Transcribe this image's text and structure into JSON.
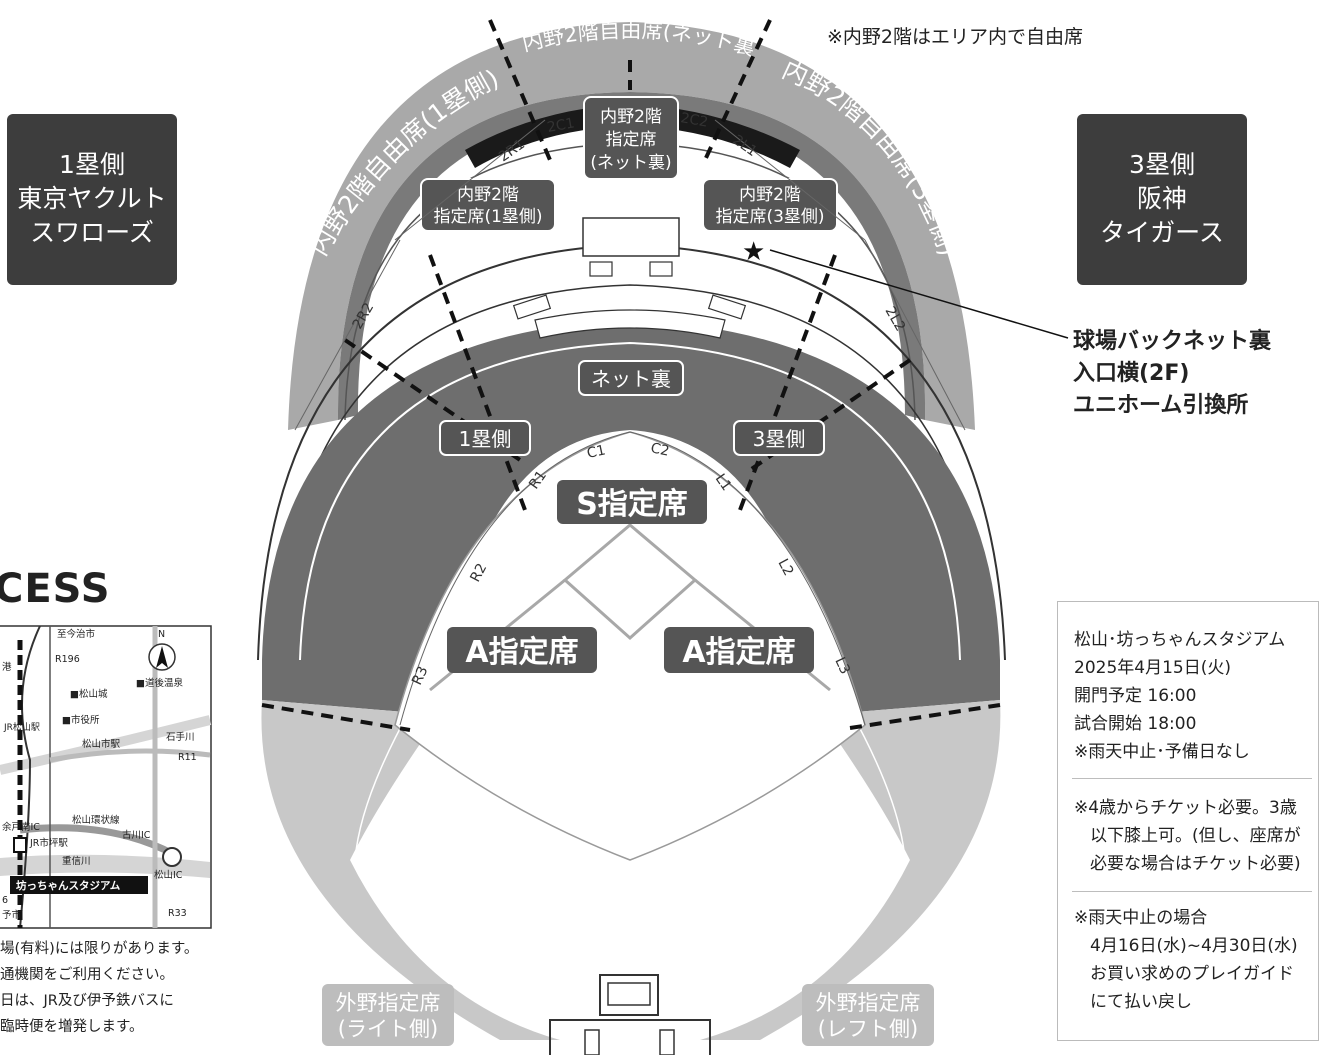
{
  "teams": {
    "first_base": {
      "side": "1塁側",
      "name_line1": "東京ヤクルト",
      "name_line2": "スワローズ"
    },
    "third_base": {
      "side": "3塁側",
      "name_line1": "阪神",
      "name_line2": "タイガース"
    }
  },
  "top_note": "※内野2階はエリア内で自由席",
  "sections": {
    "upper_free_1b": "内野2階自由席(1塁側)",
    "upper_free_net": "内野2階自由席(ネット裏)",
    "upper_free_3b": "内野2階自由席(3塁側)",
    "upper_reserved_net": [
      "内野2階",
      "指定席",
      "(ネット裏)"
    ],
    "upper_reserved_1b": [
      "内野2階",
      "指定席(1塁側)"
    ],
    "upper_reserved_3b": [
      "内野2階",
      "指定席(3塁側)"
    ],
    "net_back": "ネット裏",
    "lower_1b": "1塁側",
    "lower_3b": "3塁側",
    "s_reserved": "S指定席",
    "a_reserved_1b": "A指定席",
    "a_reserved_3b": "A指定席",
    "outfield_right": [
      "外野指定席",
      "(ライト側)"
    ],
    "outfield_left": [
      "外野指定席",
      "(レフト側)"
    ]
  },
  "gates": {
    "r1": "R1",
    "r2": "R2",
    "r3": "R3",
    "c1": "C1",
    "c2": "C2",
    "l1": "L1",
    "l2": "L2",
    "l3": "L3",
    "upper_2c1": "2C1",
    "upper_2c2": "2C2",
    "upper_2r1": "2R1",
    "upper_2l1": "2L1",
    "upper_2r2": "2R2",
    "upper_2l2": "2L2"
  },
  "exchange": {
    "line1": "球場バックネット裏",
    "line2": "入口横(2F)",
    "line3": "ユニホーム引換所"
  },
  "info": {
    "venue": "松山･坊っちゃんスタジアム",
    "date": "2025年4月15日(火)",
    "gate_open": "開門予定 16:00",
    "game_start": "試合開始 18:00",
    "rain_note": "※雨天中止･予備日なし",
    "ticket_line1": "※4歳からチケット必要。3歳",
    "ticket_line2": "以下膝上可。(但し、座席が",
    "ticket_line3": "必要な場合はチケット必要)",
    "refund_line1": "※雨天中止の場合",
    "refund_line2": "4月16日(水)~4月30日(水)",
    "refund_line3": "お買い求めのプレイガイド",
    "refund_line4": "にて払い戻し"
  },
  "access": {
    "title": "CESS",
    "map": {
      "to_imaharu": "至今治市",
      "r196": "R196",
      "north": "N",
      "port": "港",
      "matsuyama_castle": "■松山城",
      "dogo_onsen": "■道後温泉",
      "city_hall": "■市役所",
      "jr_station": "JR松山駅",
      "matsuyama_city_station": "松山市駅",
      "ishite_river": "石手川",
      "r11": "R11",
      "ring_road": "松山環状線",
      "yodo_ic": "余戸南IC",
      "jr_ichitsubo": "JR市坪駅",
      "furukawa_ic": "古川IC",
      "shigenobu_river": "重信川",
      "matsuyama_ic": "松山IC",
      "stadium": "坊っちゃんスタジアム",
      "r33": "R33",
      "six": "6",
      "city_short": "予市"
    },
    "notes": {
      "line1": "場(有料)には限りがあります。",
      "line2": "通機関をご利用ください。",
      "line3": "日は、JR及び伊予鉄バスに",
      "line4": "臨時便を増発します。"
    }
  },
  "colors": {
    "team_box": "#3d3d3d",
    "upper_deck": "#a9a9a9",
    "lower_deck": "#6e6e6e",
    "outfield": "#c8c8c8",
    "label_box": "#555555"
  }
}
